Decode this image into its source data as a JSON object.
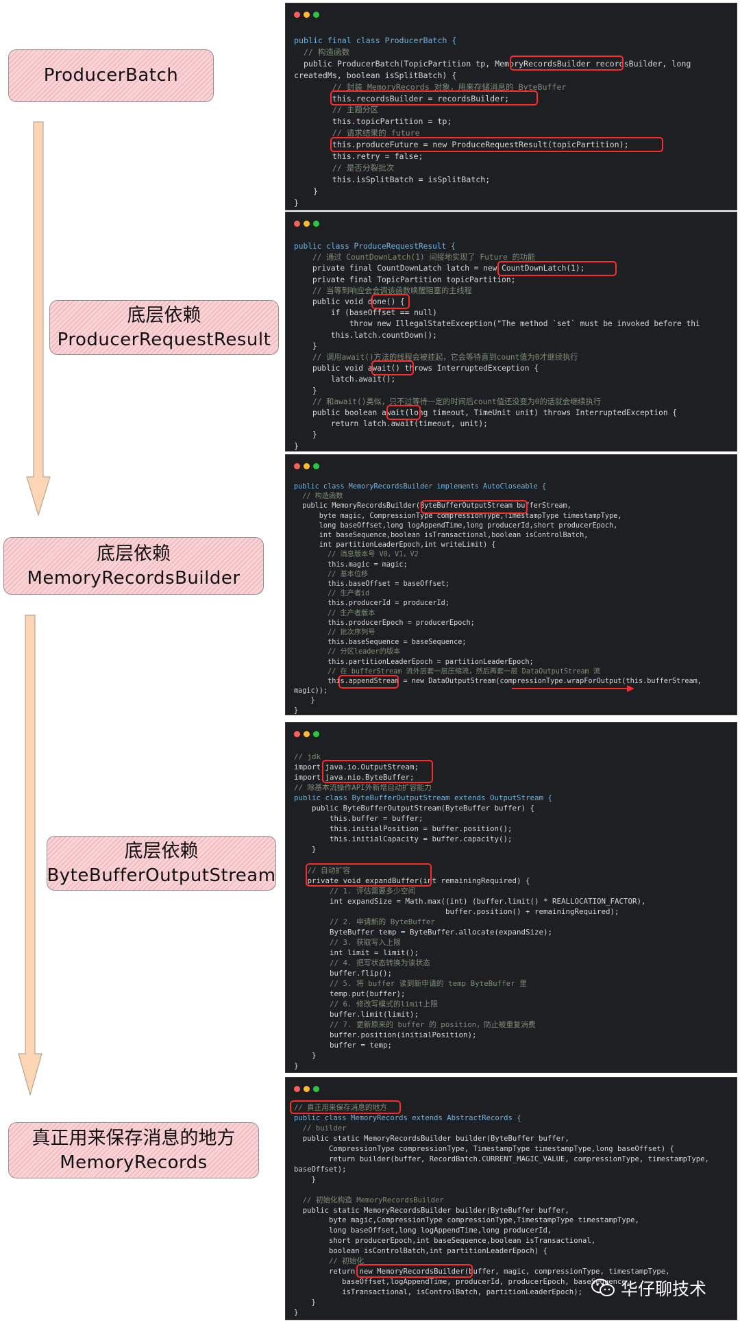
{
  "labels": {
    "producer_batch": "ProducerBatch",
    "produce_request_result_prefix": "底层依赖",
    "produce_request_result_name": "ProducerRequestResult",
    "memory_records_builder_prefix": "底层依赖",
    "memory_records_builder_name": "MemoryRecordsBuilder",
    "byte_buffer_output_stream_prefix": "底层依赖",
    "byte_buffer_output_stream_name": "ByteBufferOutputStream",
    "memory_records_prefix": "真正用来保存消息的地方",
    "memory_records_name": "MemoryRecords"
  },
  "colors": {
    "label_fill": "#f9d3d6",
    "label_stripe": "#e27887",
    "arrow_fill": "#fcd5b4",
    "arrow_stroke": "#a89a8a",
    "panel_background": "#1e1f22",
    "highlight_box": "#ff2a2a"
  },
  "panels": {
    "producer_batch": {
      "lines": [
        "public final class ProducerBatch {",
        "  // 构造函数",
        "  public ProducerBatch(TopicPartition tp, MemoryRecordsBuilder recordsBuilder, long",
        "createdMs, boolean isSplitBatch) {",
        "        // 封装 MemoryRecords 对象，用来存储消息的 ByteBuffer",
        "        this.recordsBuilder = recordsBuilder;",
        "        // 主题分区",
        "        this.topicPartition = tp;",
        "        // 请求结果的 future",
        "        this.produceFuture = new ProduceRequestResult(topicPartition);",
        "        this.retry = false;",
        "        // 是否分裂批次",
        "        this.isSplitBatch = isSplitBatch;",
        "    }",
        "}"
      ]
    },
    "produce_request_result": {
      "lines": [
        "public class ProduceRequestResult {",
        "    // 通过 CountDownLatch(1) 间接地实现了 Future 的功能",
        "    private final CountDownLatch latch = new CountDownLatch(1);",
        "    private final TopicPartition topicPartition;",
        "    // 当等到响应会会调该函数唤醒阻塞的主线程",
        "    public void done() {",
        "        if (baseOffset == null)",
        "            throw new IllegalStateException(\"The method `set` must be invoked before thi",
        "        this.latch.countDown();",
        "    }",
        "    // 调用await()方法的线程会被挂起，它会等待直到count值为0才继续执行",
        "    public void await() throws InterruptedException {",
        "        latch.await();",
        "    }",
        "    // 和await()类似，只不过等待一定的时间后count值还没变为0的话就会继续执行",
        "    public boolean await(long timeout, TimeUnit unit) throws InterruptedException {",
        "        return latch.await(timeout, unit);",
        "    }",
        "}"
      ]
    },
    "memory_records_builder": {
      "lines": [
        "public class MemoryRecordsBuilder implements AutoCloseable {",
        "  // 构造函数",
        "  public MemoryRecordsBuilder(ByteBufferOutputStream bufferStream,",
        "      byte magic, CompressionType compressionType,TimestampType timestampType,",
        "      long baseOffset,long logAppendTime,long producerId,short producerEpoch,",
        "      int baseSequence,boolean isTransactional,boolean isControlBatch,",
        "      int partitionLeaderEpoch,int writeLimit) {",
        "        // 消息版本号 V0，V1，V2",
        "        this.magic = magic;",
        "        // 基本位移",
        "        this.baseOffset = baseOffset;",
        "        // 生产者id",
        "        this.producerId = producerId;",
        "        // 生产者版本",
        "        this.producerEpoch = producerEpoch;",
        "        // 批次序列号",
        "        this.baseSequence = baseSequence;",
        "        // 分区leader的版本",
        "        this.partitionLeaderEpoch = partitionLeaderEpoch;",
        "        // 在 bufferStream 流外层套一层压缩流，然后再套一层 DataOutputStream 流",
        "        this.appendStream = new DataOutputStream(compressionType.wrapForOutput(this.bufferStream,",
        "magic));",
        "    }",
        "}"
      ]
    },
    "byte_buffer_output_stream": {
      "lines": [
        "// jdk",
        "import java.io.OutputStream;",
        "import java.nio.ByteBuffer;",
        "// 除基本流操作API外新增自动扩容能力",
        "public class ByteBufferOutputStream extends OutputStream {",
        "    public ByteBufferOutputStream(ByteBuffer buffer) {",
        "        this.buffer = buffer;",
        "        this.initialPosition = buffer.position();",
        "        this.initialCapacity = buffer.capacity();",
        "    }",
        "",
        "   // 自动扩容",
        "   private void expandBuffer(int remainingRequired) {",
        "        // 1. 评估需要多少空间",
        "        int expandSize = Math.max((int) (buffer.limit() * REALLOCATION_FACTOR),",
        "                                  buffer.position() + remainingRequired);",
        "        // 2. 申请新的 ByteBuffer",
        "        ByteBuffer temp = ByteBuffer.allocate(expandSize);",
        "        // 3. 获取写入上限",
        "        int limit = limit();",
        "        // 4. 把写状态转换为读状态",
        "        buffer.flip();",
        "        // 5. 将 buffer 读到新申请的 temp ByteBuffer 里",
        "        temp.put(buffer);",
        "        // 6. 修改写模式的limit上限",
        "        buffer.limit(limit);",
        "        // 7. 更新原来的 buffer 的 position，防止被重复消费",
        "        buffer.position(initialPosition);",
        "        buffer = temp;",
        "    }",
        "}"
      ]
    },
    "memory_records": {
      "lines": [
        "// 真正用来保存消息的地方",
        "public class MemoryRecords extends AbstractRecords {",
        "  // builder",
        "  public static MemoryRecordsBuilder builder(ByteBuffer buffer,",
        "        CompressionType compressionType, TimestampType timestampType,long baseOffset) {",
        "        return builder(buffer, RecordBatch.CURRENT_MAGIC_VALUE, compressionType, timestampType,",
        "baseOffset);",
        "    }",
        "",
        "  // 初始化构造 MemoryRecordsBuilder",
        "  public static MemoryRecordsBuilder builder(ByteBuffer buffer,",
        "        byte magic,CompressionType compressionType,TimestampType timestampType,",
        "        long baseOffset,long logAppendTime,long producerId,",
        "        short producerEpoch,int baseSequence,boolean isTransactional,",
        "        boolean isControlBatch,int partitionLeaderEpoch) {",
        "        // 初始化",
        "        return new MemoryRecordsBuilder(buffer, magic, compressionType, timestampType,",
        "           baseOffset,logAppendTime, producerId, producerEpoch, baseSequence,",
        "           isTransactional, isControlBatch, partitionLeaderEpoch);",
        "    }",
        "}"
      ]
    }
  },
  "watermark": {
    "icon": "wechat-icon",
    "text": "华仔聊技术"
  }
}
